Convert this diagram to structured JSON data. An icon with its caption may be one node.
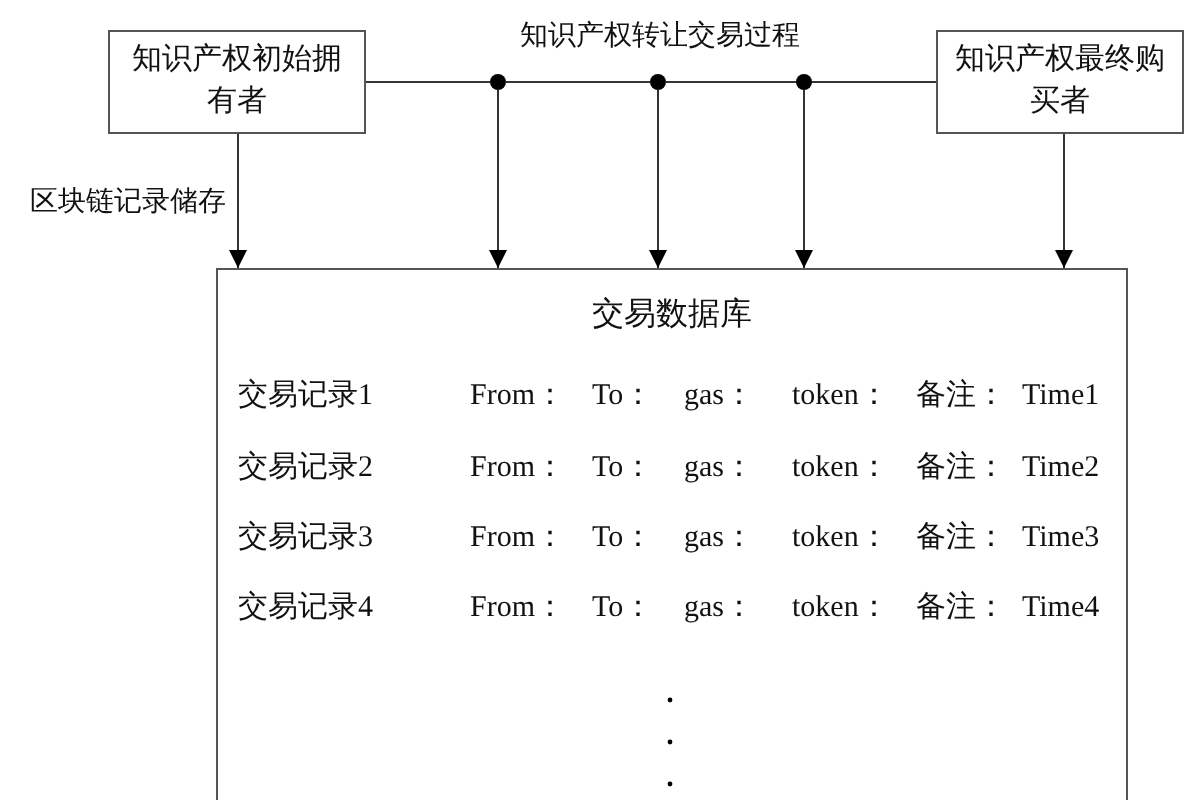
{
  "diagram": {
    "nodes": [
      {
        "text": [
          "知识产权初始拥有者"
        ]
      },
      {
        "text": [
          "知识产权最终购买者"
        ]
      },
      {
        "text": [],
        "shape": "circle"
      },
      {
        "text": [],
        "shape": "circle"
      },
      {
        "text": [],
        "shape": "circle"
      },
      {
        "text": [
          "交易数据库",
          "交易记录1",
          "From：",
          "To：",
          "gas：",
          "token：",
          "备注：",
          "Time1",
          "交易记录2",
          "From：",
          "To：",
          "gas：",
          "token：",
          "备注：",
          "Time2",
          "交易记录3",
          "From：",
          "To：",
          "gas：",
          "token：",
          "备注：",
          "Time3",
          "交易记录4",
          "From：",
          "To：",
          "gas：",
          "token：",
          "备注：",
          "Time4"
        ]
      }
    ],
    "edges": [
      {
        "from": 0,
        "to": 2,
        "arrow": "none"
      },
      {
        "from": 2,
        "to": 3,
        "arrow": "none"
      },
      {
        "from": 3,
        "to": 4,
        "arrow": "none"
      },
      {
        "from": 4,
        "to": 1,
        "arrow": "none"
      },
      {
        "from": 0,
        "to": 5,
        "arrow": "to",
        "label": "区块链记录储存"
      },
      {
        "from": 2,
        "to": 5,
        "arrow": "to"
      },
      {
        "from": 3,
        "to": 5,
        "arrow": "to"
      },
      {
        "from": 4,
        "to": 5,
        "arrow": "to"
      },
      {
        "from": 1,
        "to": 5,
        "arrow": "to"
      }
    ],
    "labels": [
      "知识产权转让交易过程"
    ]
  }
}
